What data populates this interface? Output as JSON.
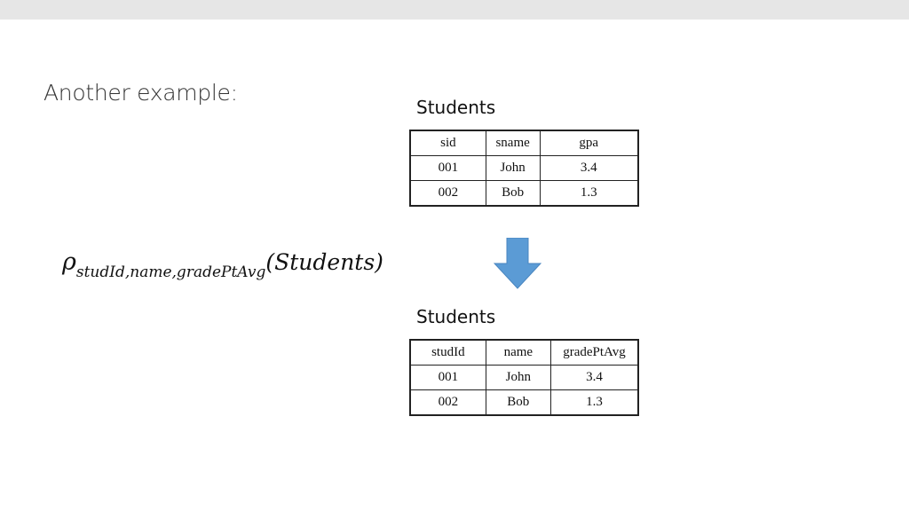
{
  "slide": {
    "title": "Another example:",
    "formula": {
      "rho": "ρ",
      "subscript": "studId,name,gradePtAvg",
      "argument": "(Students)"
    },
    "arrow_color": "#5b9bd5",
    "input_table": {
      "caption": "Students",
      "headers": [
        "sid",
        "sname",
        "gpa"
      ],
      "rows": [
        [
          "001",
          "John",
          "3.4"
        ],
        [
          "002",
          "Bob",
          "1.3"
        ]
      ]
    },
    "output_table": {
      "caption": "Students",
      "headers": [
        "studId",
        "name",
        "gradePtAvg"
      ],
      "rows": [
        [
          "001",
          "John",
          "3.4"
        ],
        [
          "002",
          "Bob",
          "1.3"
        ]
      ]
    }
  }
}
